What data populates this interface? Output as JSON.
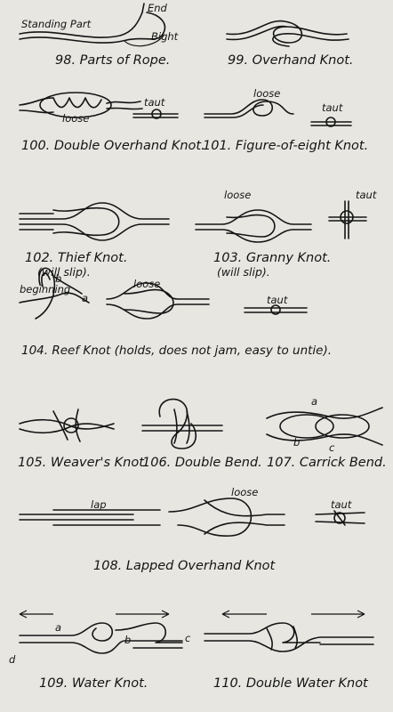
{
  "figures": {
    "f98": {
      "caption": "98. Parts of Rope.",
      "labels": {
        "end": "End",
        "standing": "Standing Part",
        "bight": "Bight"
      }
    },
    "f99": {
      "caption": "99. Overhand Knot."
    },
    "f100": {
      "caption": "100. Double Overhand Knot.",
      "labels": {
        "loose": "loose",
        "taut": "taut"
      }
    },
    "f101": {
      "caption": "101. Figure-of-eight Knot.",
      "labels": {
        "loose": "loose",
        "taut": "taut"
      }
    },
    "f102": {
      "caption": "102. Thief Knot.",
      "sub": "(will slip)."
    },
    "f103": {
      "caption": "103. Granny Knot.",
      "sub": "(will slip).",
      "labels": {
        "loose": "loose",
        "taut": "taut"
      }
    },
    "f104": {
      "caption": "104. Reef Knot (holds, does not jam, easy to untie).",
      "labels": {
        "beginning": "beginning",
        "a": "a",
        "b": "b",
        "loose": "loose",
        "taut": "taut"
      }
    },
    "f105": {
      "caption": "105. Weaver's Knot."
    },
    "f106": {
      "caption": "106. Double Bend."
    },
    "f107": {
      "caption": "107. Carrick Bend.",
      "labels": {
        "a": "a",
        "b": "b",
        "c": "c"
      }
    },
    "f108": {
      "caption": "108. Lapped Overhand Knot",
      "labels": {
        "lap": "lap",
        "loose": "loose",
        "taut": "taut"
      }
    },
    "f109": {
      "caption": "109. Water Knot.",
      "labels": {
        "a": "a",
        "b": "b",
        "c": "c",
        "d": "d"
      }
    },
    "f110": {
      "caption": "110. Double Water Knot"
    }
  }
}
